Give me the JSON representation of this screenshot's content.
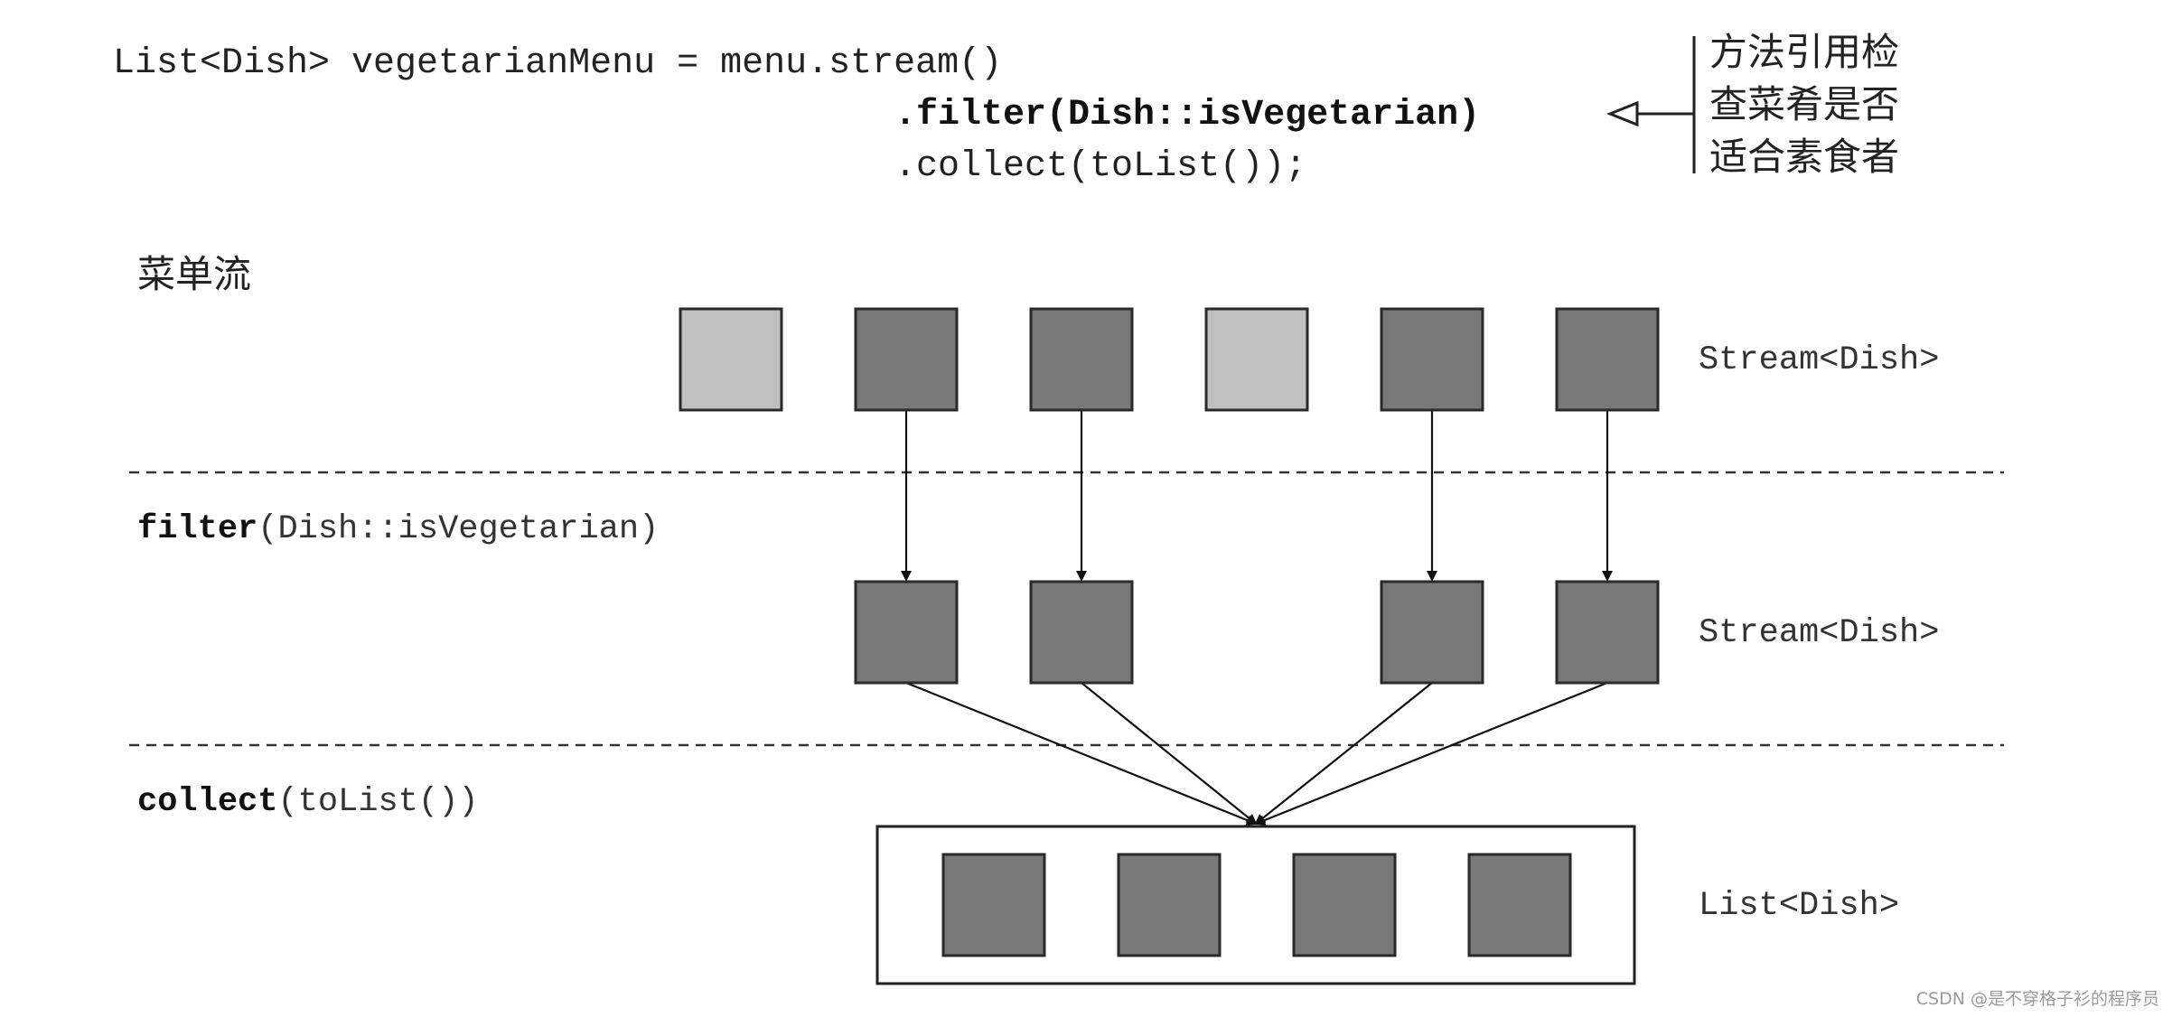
{
  "code": {
    "line1": "List<Dish> vegetarianMenu = menu.stream()",
    "line2": ".filter(Dish::isVegetarian)",
    "line3": ".collect(toList());"
  },
  "annotation": {
    "lines": [
      "方法引用检",
      "查菜肴是否",
      "适合素食者"
    ]
  },
  "stream_title": "菜单流",
  "stages": {
    "filter": {
      "keyword": "filter",
      "args": "(Dish::isVegetarian)"
    },
    "collect": {
      "keyword": "collect",
      "args": "(toList())"
    }
  },
  "row_types": {
    "source": "Stream<Dish>",
    "filtered": "Stream<Dish>",
    "result": "List<Dish>"
  },
  "elements": {
    "source": [
      {
        "vegetarian": false
      },
      {
        "vegetarian": true
      },
      {
        "vegetarian": true
      },
      {
        "vegetarian": false
      },
      {
        "vegetarian": true
      },
      {
        "vegetarian": true
      }
    ],
    "filtered_count": 4,
    "result_count": 4
  },
  "colors": {
    "vegetarian": "#787878",
    "non_vegetarian": "#c0c0c0"
  },
  "watermark": "CSDN @是不穿格子衫的程序员"
}
